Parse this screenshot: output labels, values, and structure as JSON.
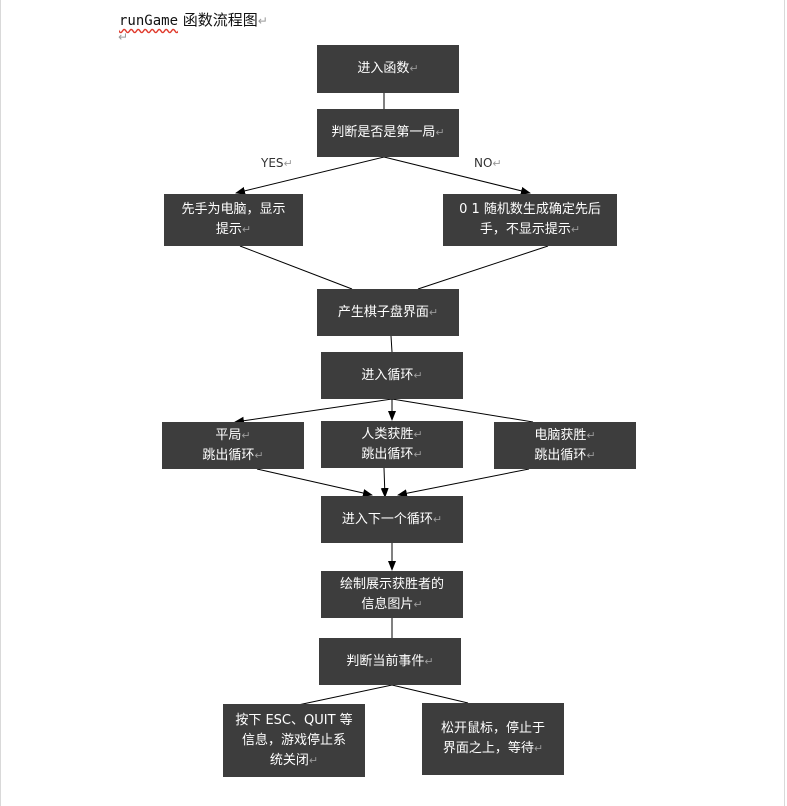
{
  "document": {
    "heading_code": "runGame",
    "heading_text": " 函数流程图",
    "para_mark": "↵"
  },
  "flowchart": {
    "nodes": {
      "enter_function": "进入函数",
      "first_game_check": "判断是否是第一局",
      "computer_first": [
        "先手为电脑，显示",
        "提示"
      ],
      "random_first": [
        "0 1 随机数生成确定先后",
        "手，不显示提示"
      ],
      "board_ui": "产生棋子盘界面",
      "enter_loop": "进入循环",
      "draw": [
        "平局",
        "跳出循环"
      ],
      "human_win": [
        "人类获胜",
        "跳出循环"
      ],
      "computer_win": [
        "电脑获胜",
        "跳出循环"
      ],
      "next_loop": "进入下一个循环",
      "winner_image": [
        "绘制展示获胜者的",
        "信息图片"
      ],
      "event_check": "判断当前事件",
      "esc_quit": [
        "按下 ESC、QUIT 等",
        "信息，游戏停止系",
        "统关闭"
      ],
      "mouse_release": [
        "松开鼠标，停止于",
        "界面之上，等待"
      ]
    },
    "branch_labels": {
      "yes": "YES",
      "no": "NO"
    }
  }
}
